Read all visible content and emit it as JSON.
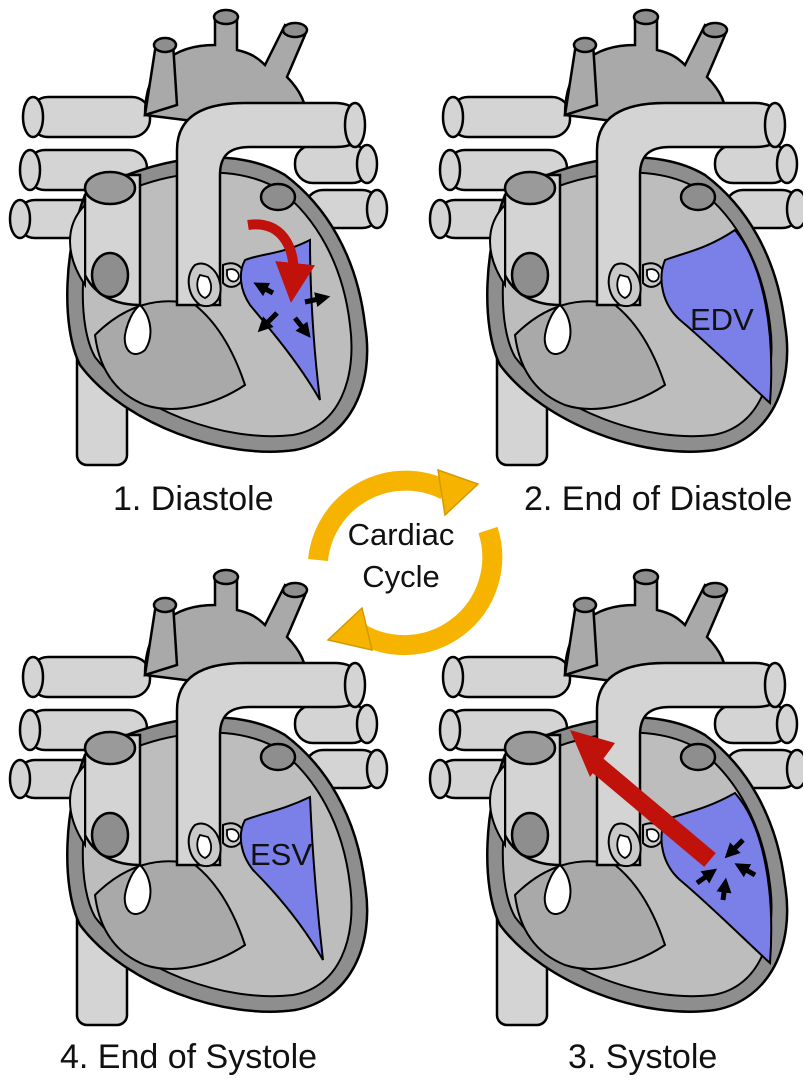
{
  "cycle": {
    "title_line1": "Cardiac",
    "title_line2": "Cycle",
    "arrow_color": "#F6B400"
  },
  "panels": [
    {
      "label": "1. Diastole"
    },
    {
      "label": "2. End of Diastole",
      "volume_label": "EDV"
    },
    {
      "label": "3. Systole"
    },
    {
      "label": "4. End of Systole",
      "volume_label": "ESV"
    }
  ],
  "colors": {
    "ventricle_blood": "#7B7FE8",
    "flow_arrow": "#C0110B",
    "tissue_light": "#D4D4D4",
    "tissue_mid": "#B5B5B5",
    "tissue_dark": "#8E8E8E",
    "outline": "#000000"
  }
}
